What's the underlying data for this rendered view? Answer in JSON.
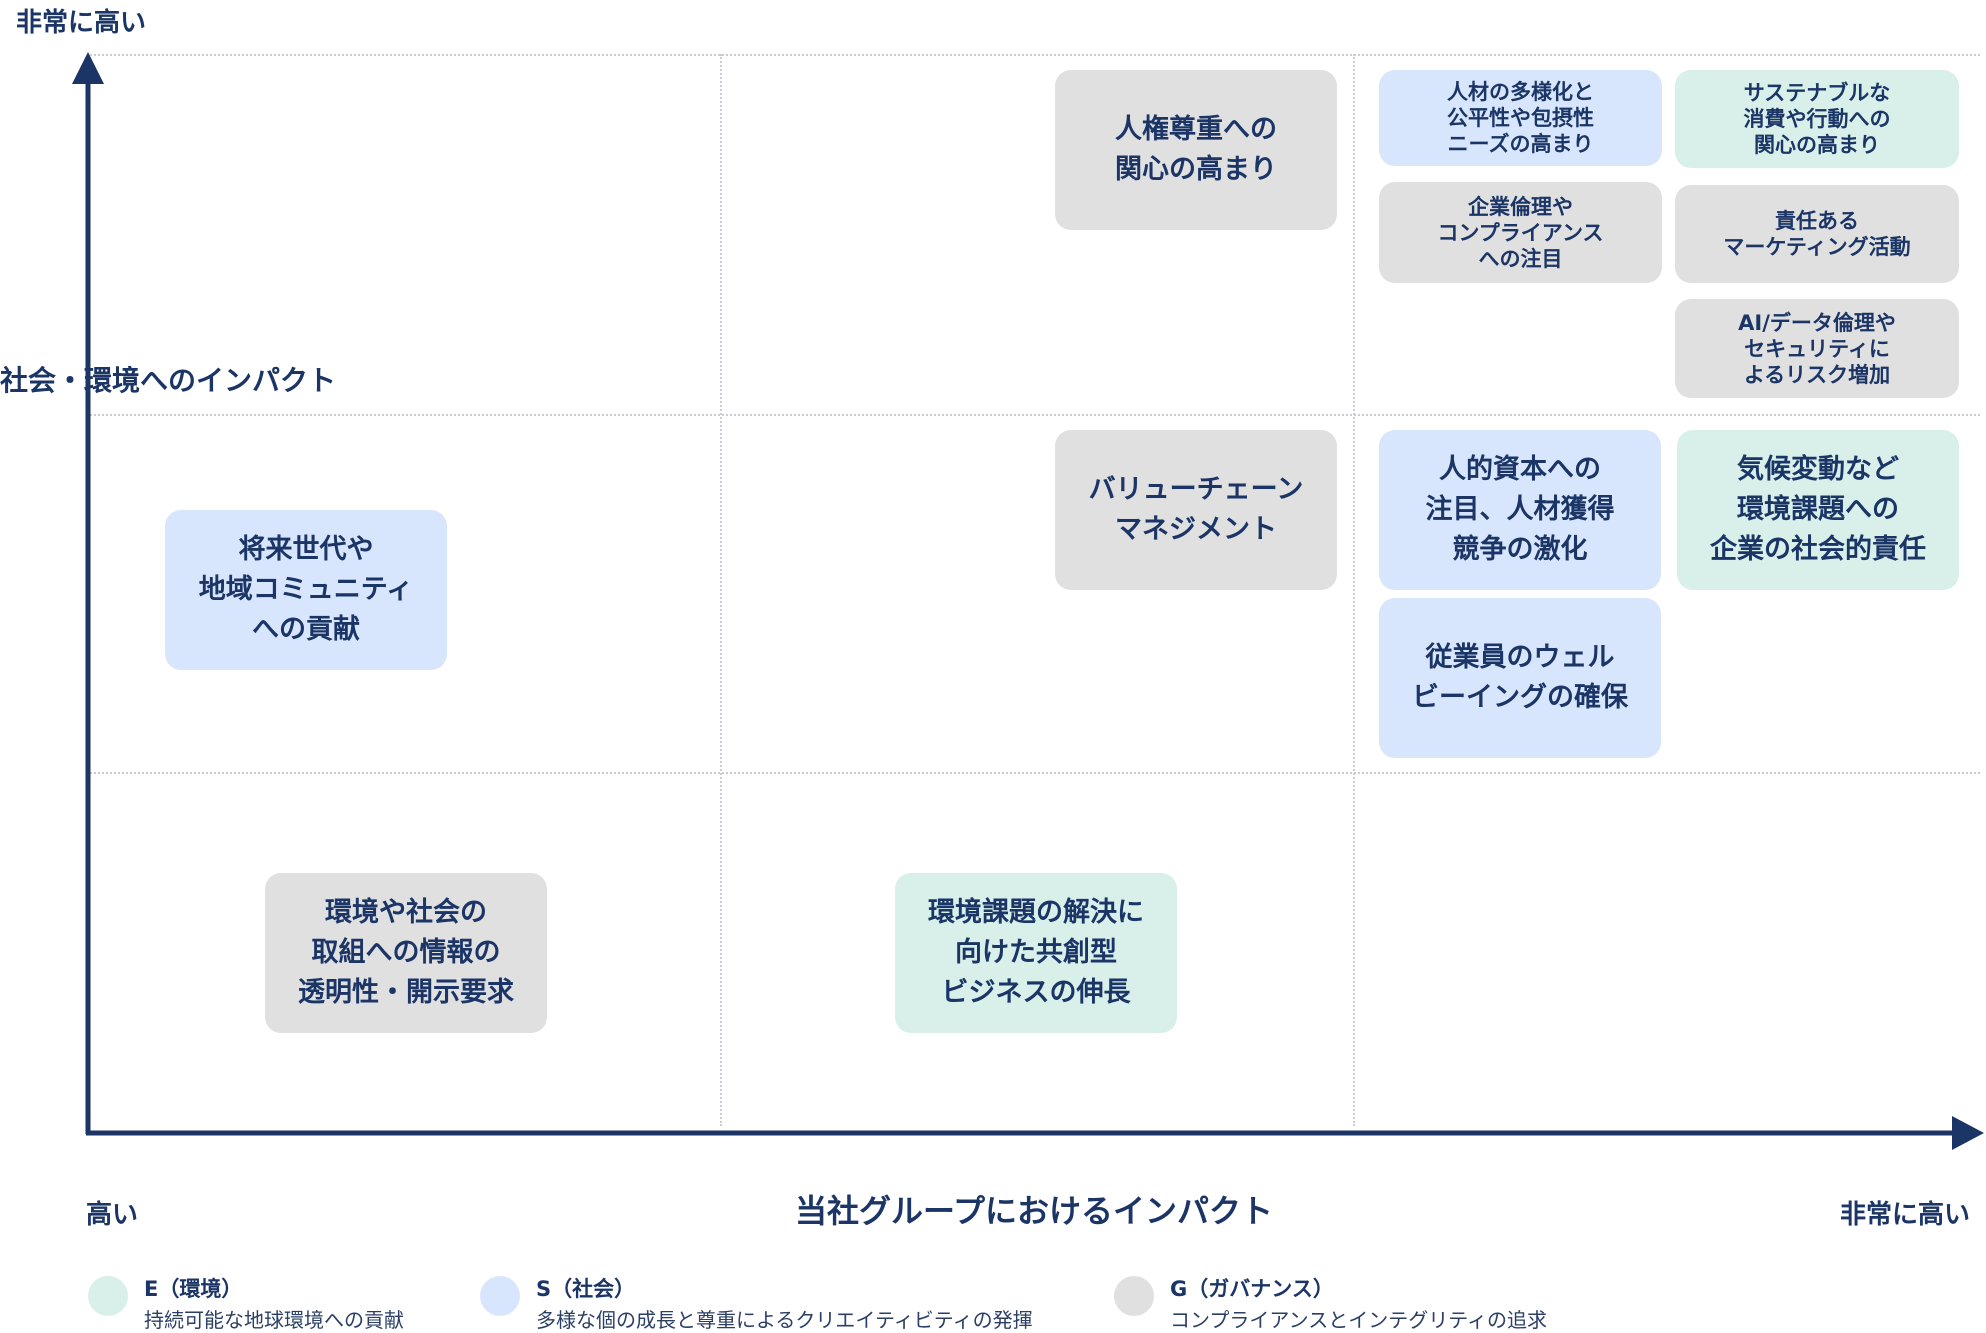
{
  "axes": {
    "y_top_label": "非常に高い",
    "y_title": "社会・環境へのインパクト",
    "x_left_label": "高い",
    "x_right_label": "非常に高い",
    "x_title": "当社グループにおけるインパクト"
  },
  "cards": [
    {
      "category": "G",
      "text": "人権尊重への\n関心の高まり"
    },
    {
      "category": "S",
      "text": "人材の多様化と\n公平性や包摂性\nニーズの高まり"
    },
    {
      "category": "E",
      "text": "サステナブルな\n消費や行動への\n関心の高まり"
    },
    {
      "category": "G",
      "text": "企業倫理や\nコンプライアンス\nへの注目"
    },
    {
      "category": "G",
      "text": "責任ある\nマーケティング活動"
    },
    {
      "category": "G",
      "text": "AI/データ倫理や\nセキュリティに\nよるリスク増加"
    },
    {
      "category": "G",
      "text": "バリューチェーン\nマネジメント"
    },
    {
      "category": "S",
      "text": "人的資本への\n注目、人材獲得\n競争の激化"
    },
    {
      "category": "E",
      "text": "気候変動など\n環境課題への\n企業の社会的責任"
    },
    {
      "category": "S",
      "text": "将来世代や\n地域コミュニティ\nへの貢献"
    },
    {
      "category": "S",
      "text": "従業員のウェル\nビーイングの確保"
    },
    {
      "category": "G",
      "text": "環境や社会の\n取組への情報の\n透明性・開示要求"
    },
    {
      "category": "E",
      "text": "環境課題の解決に\n向けた共創型\nビジネスの伸長"
    }
  ],
  "legend": [
    {
      "title": "E（環境）",
      "desc": "持続可能な地球環境への貢献",
      "color": "#d8efea"
    },
    {
      "title": "S（社会）",
      "desc": "多様な個の成長と尊重によるクリエイティビティの発揮",
      "color": "#d8e6fd"
    },
    {
      "title": "G（ガバナンス）",
      "desc": "コンプライアンスとインテグリティの追求",
      "color": "#e0e0e0"
    }
  ],
  "colors": {
    "axis": "#1b3566",
    "E": "#d8efea",
    "S": "#d8e6fd",
    "G": "#e0e0e0"
  }
}
